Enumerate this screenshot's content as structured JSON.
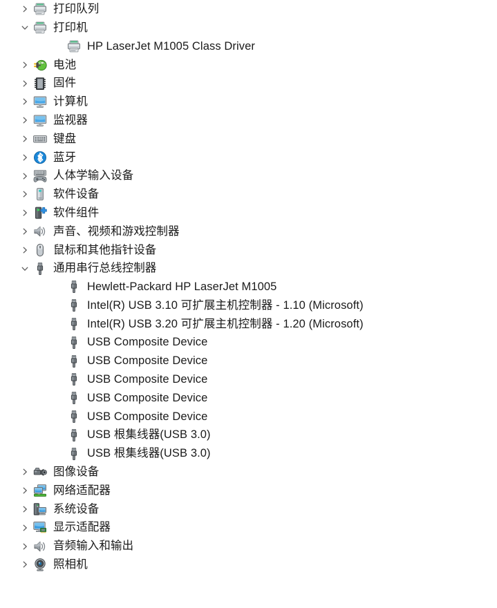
{
  "window": {
    "app": "Device Manager",
    "view": "device-tree"
  },
  "tree": {
    "nodes": [
      {
        "label": "打印队列",
        "icon": "printer-icon",
        "level": 1,
        "expanded": false,
        "has_children": true
      },
      {
        "label": "打印机",
        "icon": "printer-icon",
        "level": 1,
        "expanded": true,
        "has_children": true
      },
      {
        "label": "HP LaserJet M1005 Class Driver",
        "icon": "printer-icon",
        "level": 2,
        "expanded": false,
        "has_children": false
      },
      {
        "label": "电池",
        "icon": "battery-icon",
        "level": 1,
        "expanded": false,
        "has_children": true
      },
      {
        "label": "固件",
        "icon": "firmware-chip-icon",
        "level": 1,
        "expanded": false,
        "has_children": true
      },
      {
        "label": "计算机",
        "icon": "computer-monitor-icon",
        "level": 1,
        "expanded": false,
        "has_children": true
      },
      {
        "label": "监视器",
        "icon": "computer-monitor-icon",
        "level": 1,
        "expanded": false,
        "has_children": true
      },
      {
        "label": "键盘",
        "icon": "keyboard-icon",
        "level": 1,
        "expanded": false,
        "has_children": true
      },
      {
        "label": "蓝牙",
        "icon": "bluetooth-icon",
        "level": 1,
        "expanded": false,
        "has_children": true
      },
      {
        "label": "人体学输入设备",
        "icon": "hid-gamepad-icon",
        "level": 1,
        "expanded": false,
        "has_children": true
      },
      {
        "label": "软件设备",
        "icon": "software-device-icon",
        "level": 1,
        "expanded": false,
        "has_children": true
      },
      {
        "label": "软件组件",
        "icon": "software-component-icon",
        "level": 1,
        "expanded": false,
        "has_children": true
      },
      {
        "label": "声音、视频和游戏控制器",
        "icon": "speaker-icon",
        "level": 1,
        "expanded": false,
        "has_children": true
      },
      {
        "label": "鼠标和其他指针设备",
        "icon": "mouse-icon",
        "level": 1,
        "expanded": false,
        "has_children": true
      },
      {
        "label": "通用串行总线控制器",
        "icon": "usb-icon",
        "level": 1,
        "expanded": true,
        "has_children": true
      },
      {
        "label": "Hewlett-Packard HP LaserJet M1005",
        "icon": "usb-icon",
        "level": 2,
        "expanded": false,
        "has_children": false
      },
      {
        "label": "Intel(R) USB 3.10 可扩展主机控制器 - 1.10 (Microsoft)",
        "icon": "usb-icon",
        "level": 2,
        "expanded": false,
        "has_children": false
      },
      {
        "label": "Intel(R) USB 3.20 可扩展主机控制器 - 1.20 (Microsoft)",
        "icon": "usb-icon",
        "level": 2,
        "expanded": false,
        "has_children": false
      },
      {
        "label": "USB Composite Device",
        "icon": "usb-icon",
        "level": 2,
        "expanded": false,
        "has_children": false
      },
      {
        "label": "USB Composite Device",
        "icon": "usb-icon",
        "level": 2,
        "expanded": false,
        "has_children": false
      },
      {
        "label": "USB Composite Device",
        "icon": "usb-icon",
        "level": 2,
        "expanded": false,
        "has_children": false
      },
      {
        "label": "USB Composite Device",
        "icon": "usb-icon",
        "level": 2,
        "expanded": false,
        "has_children": false
      },
      {
        "label": "USB Composite Device",
        "icon": "usb-icon",
        "level": 2,
        "expanded": false,
        "has_children": false
      },
      {
        "label": "USB 根集线器(USB 3.0)",
        "icon": "usb-icon",
        "level": 2,
        "expanded": false,
        "has_children": false
      },
      {
        "label": "USB 根集线器(USB 3.0)",
        "icon": "usb-icon",
        "level": 2,
        "expanded": false,
        "has_children": false
      },
      {
        "label": "图像设备",
        "icon": "imaging-camera-icon",
        "level": 1,
        "expanded": false,
        "has_children": true
      },
      {
        "label": "网络适配器",
        "icon": "network-adapter-icon",
        "level": 1,
        "expanded": false,
        "has_children": true
      },
      {
        "label": "系统设备",
        "icon": "system-device-icon",
        "level": 1,
        "expanded": false,
        "has_children": true
      },
      {
        "label": "显示适配器",
        "icon": "display-adapter-icon",
        "level": 1,
        "expanded": false,
        "has_children": true
      },
      {
        "label": "音频输入和输出",
        "icon": "speaker-icon",
        "level": 1,
        "expanded": false,
        "has_children": true
      },
      {
        "label": "照相机",
        "icon": "webcam-icon",
        "level": 1,
        "expanded": false,
        "has_children": true
      }
    ]
  },
  "colors": {
    "text": "#1a1a1a",
    "chevron": "#5a5a5a",
    "background": "#ffffff",
    "accent_blue": "#2a8dd4",
    "green": "#3fa535",
    "gray_icon": "#808080"
  }
}
